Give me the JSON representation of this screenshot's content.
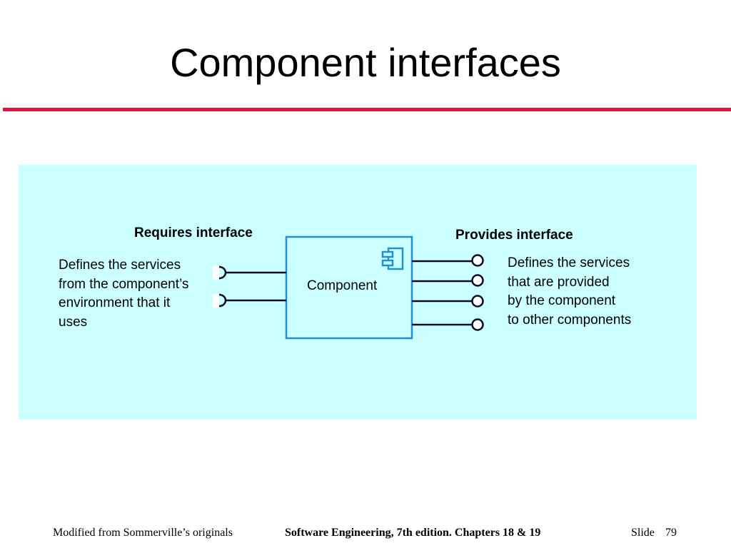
{
  "slide": {
    "title": "Component interfaces",
    "rule_color": "#e0143c",
    "panel_color": "#ccffff"
  },
  "diagram": {
    "requires_heading": "Requires interface",
    "provides_heading": "Provides interface",
    "component_label": "Component",
    "component_icon": "uml-component-icon",
    "requires_lines": [
      "Defines the services",
      "from the component’s",
      "environment that it",
      "uses"
    ],
    "provides_lines": [
      "Defines the services",
      "that are provided",
      "by the component",
      "to other components"
    ],
    "stroke_color": "#0a0a2a",
    "box_color": "#1f8fd6"
  },
  "footer": {
    "left": "Modified from Sommerville’s originals",
    "center": "Software Engineering, 7th edition. Chapters 18 & 19",
    "slide_label": "Slide",
    "slide_number": "79"
  }
}
